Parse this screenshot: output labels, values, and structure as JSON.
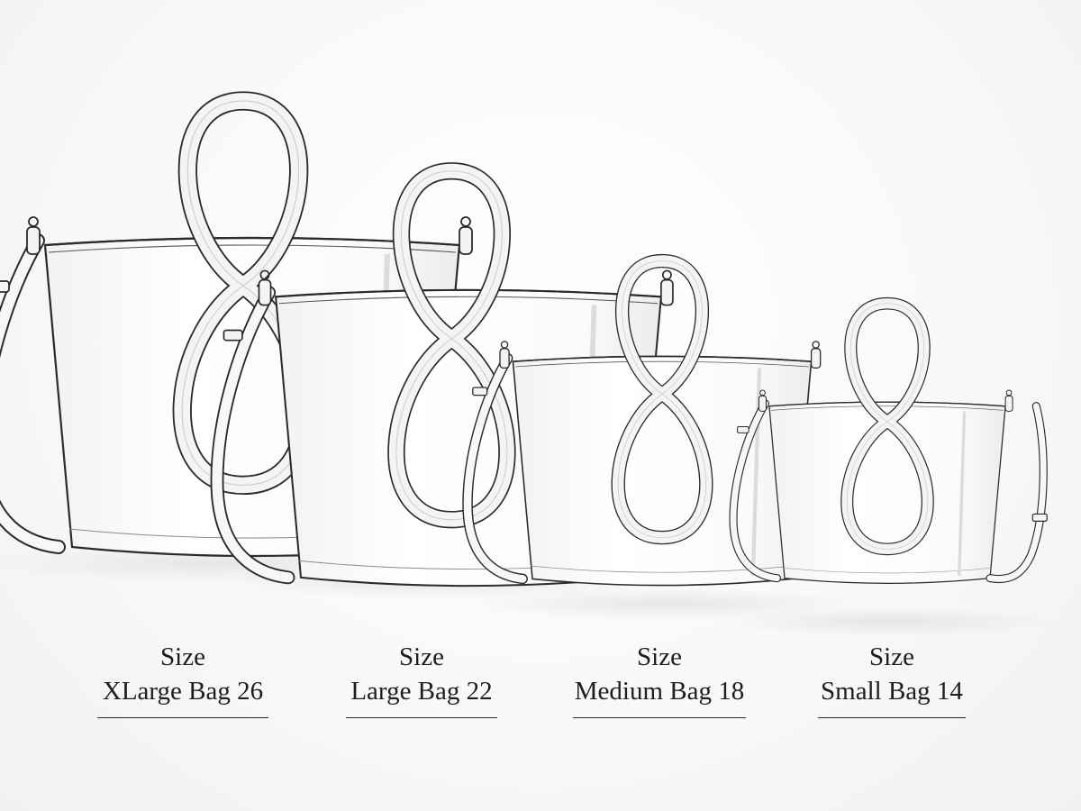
{
  "captions": [
    {
      "size_word": "Size",
      "name": "XLarge Bag 26"
    },
    {
      "size_word": "Size",
      "name": "Large Bag 22"
    },
    {
      "size_word": "Size",
      "name": "Medium Bag 18"
    },
    {
      "size_word": "Size",
      "name": "Small Bag 14"
    }
  ],
  "colors": {
    "ink": "#2b2b2b",
    "paper": "#f6f6f6",
    "bag_fill": "#fbfbfb",
    "handle_fill": "#f3f3f3"
  }
}
